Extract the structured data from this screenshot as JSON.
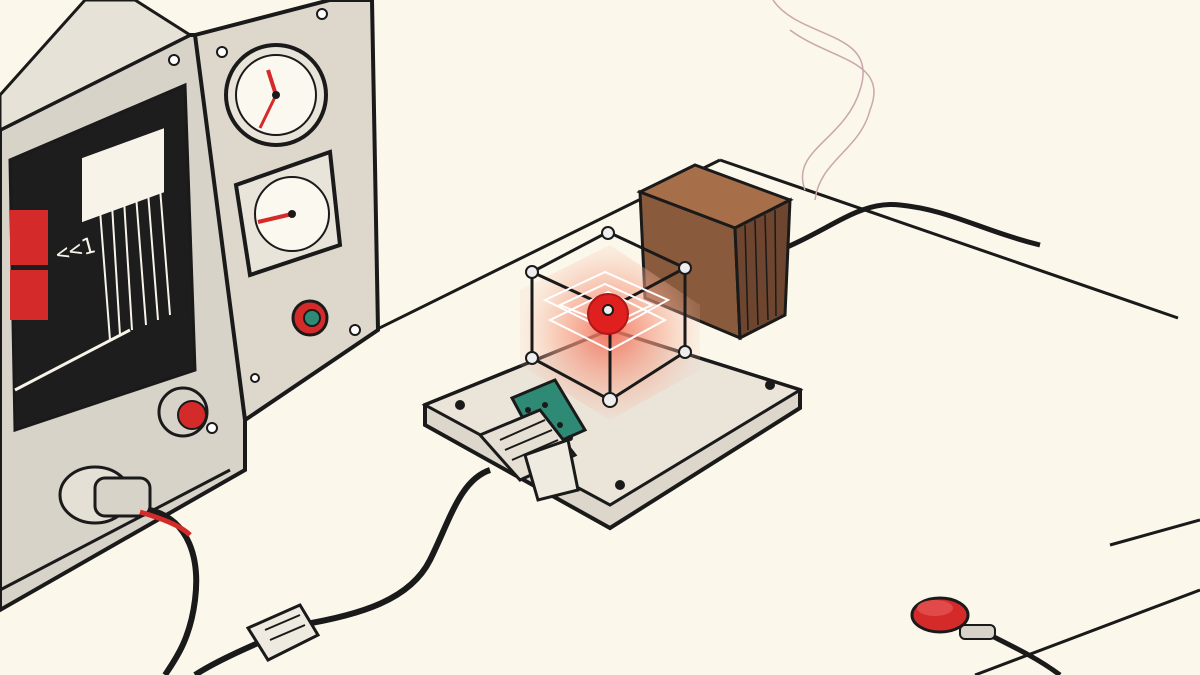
{
  "scene": {
    "panel_label": "<<1",
    "colors": {
      "background": "#fbf7ea",
      "ink": "#1a1a1a",
      "machine_gray": "#d8d3c9",
      "screen_black": "#1d1d1d",
      "accent_red": "#d42a2a",
      "wood_brown": "#8a5a3c",
      "pcb_green": "#2f8a75",
      "glow": "#f6a88f"
    },
    "gauges": [
      {
        "name": "upper-gauge",
        "needle": "red"
      },
      {
        "name": "lower-gauge",
        "needle": "red"
      }
    ]
  }
}
